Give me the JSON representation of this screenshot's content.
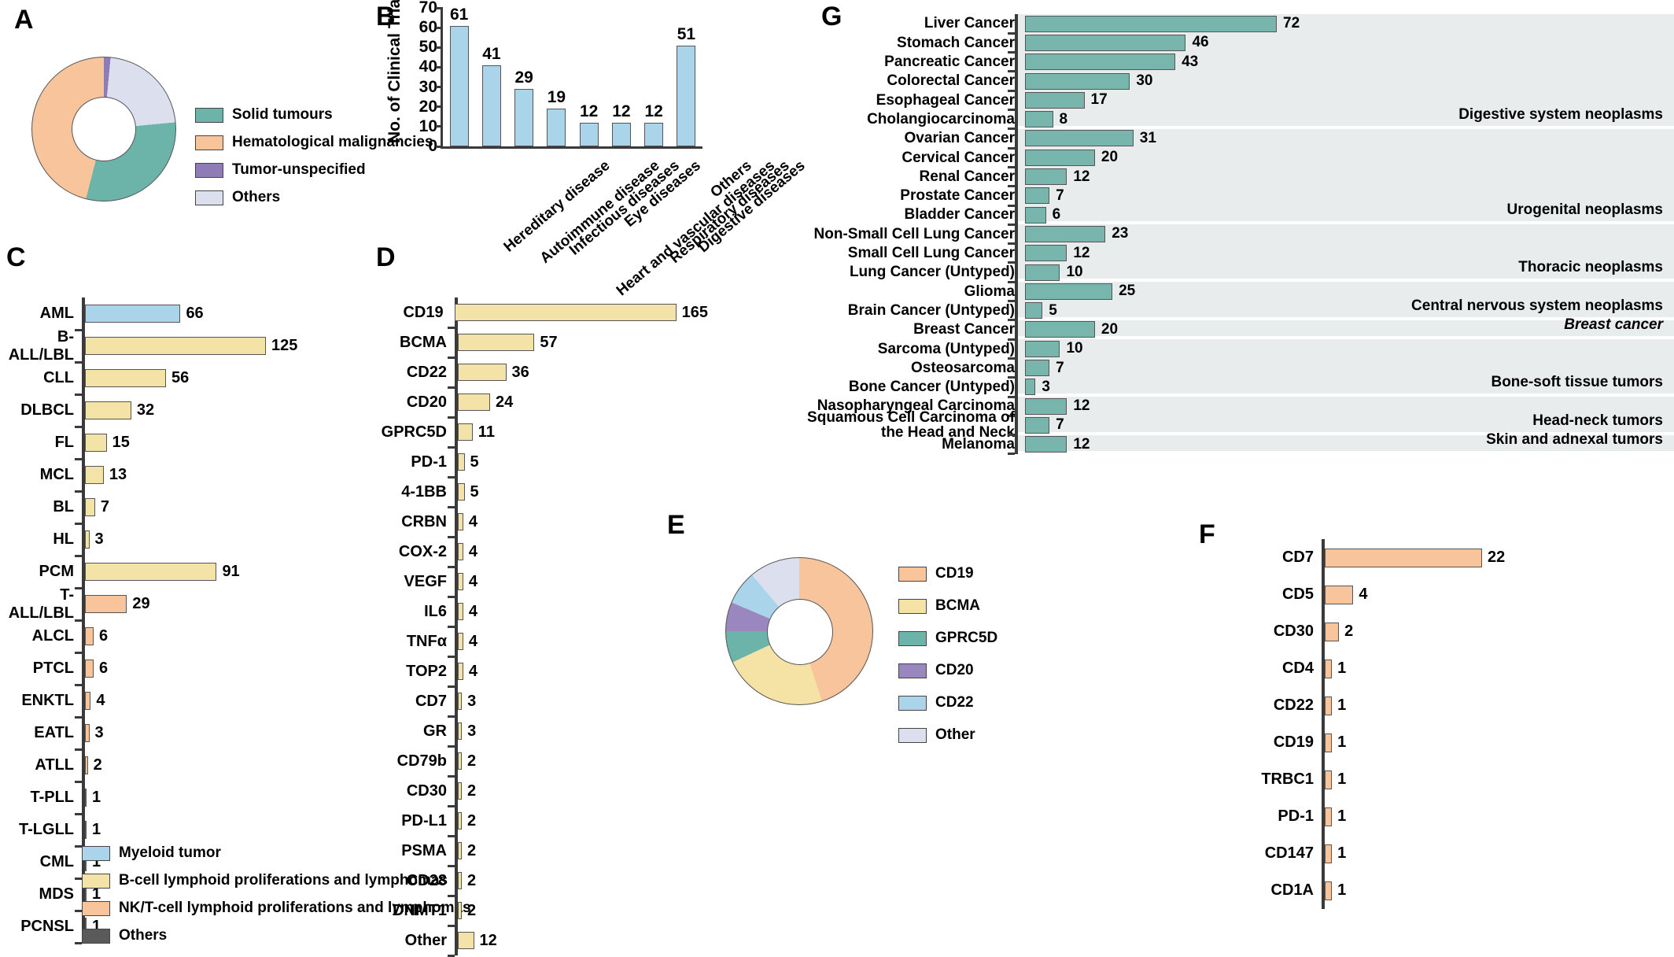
{
  "panels": {
    "A": {
      "label": "A"
    },
    "B": {
      "label": "B"
    },
    "C": {
      "label": "C"
    },
    "D": {
      "label": "D"
    },
    "E": {
      "label": "E"
    },
    "F": {
      "label": "F"
    },
    "G": {
      "label": "G"
    }
  },
  "colors": {
    "solid_tumour": "#6cb3a9",
    "hematological": "#f7c49b",
    "tumor_unspecified": "#8f7bb5",
    "others_lilac": "#dcdfee",
    "myeloid_blue": "#a9d4ea",
    "bcell_yellow": "#f3e3a6",
    "nkt_orange": "#f7c49b",
    "others_gray": "#5a5a5a",
    "teal_bar": "#77b5ad",
    "band_gray": "#e8ecec",
    "gprc5d_teal": "#6cb3a9",
    "cd20_purple": "#9b87c0",
    "cd22_blue": "#a9d4ea",
    "other_lilac": "#dce0ee"
  },
  "chart_data": [
    {
      "id": "A",
      "type": "pie",
      "title": "",
      "legend_position": "right",
      "labels": [
        "Solid tumours",
        "Hematological malignancies",
        "Tumor-unspecified",
        "Others"
      ],
      "values": [
        30.5,
        46.0,
        1.5,
        22.0
      ],
      "colors": [
        "#6cb3a9",
        "#f7c49b",
        "#8f7bb5",
        "#dcdfee"
      ]
    },
    {
      "id": "B",
      "type": "bar",
      "title": "",
      "xlabel": "",
      "ylabel": "No. of Clinical Trials",
      "ylim": [
        0,
        70
      ],
      "yticks": [
        0,
        10,
        20,
        30,
        40,
        50,
        60,
        70
      ],
      "grid": false,
      "categories": [
        "Hereditary disease",
        "Autoimmune disease",
        "Infectious diseases",
        "Heart and vascular diseases",
        "Eye diseases",
        "Respiratory diseases",
        "Digestive diseases",
        "Others"
      ],
      "values": [
        61,
        41,
        29,
        19,
        12,
        12,
        12,
        51
      ],
      "bar_color": "#a9d4ea"
    },
    {
      "id": "C",
      "type": "bar",
      "orientation": "horizontal",
      "title": "",
      "xlim": [
        0,
        125
      ],
      "categories": [
        "AML",
        "B-ALL/LBL",
        "CLL",
        "DLBCL",
        "FL",
        "MCL",
        "BL",
        "HL",
        "PCM",
        "T-ALL/LBL",
        "ALCL",
        "PTCL",
        "ENKTL",
        "EATL",
        "ATLL",
        "T-PLL",
        "T-LGLL",
        "CML",
        "MDS",
        "PCNSL"
      ],
      "values": [
        66,
        125,
        56,
        32,
        15,
        13,
        7,
        3,
        91,
        29,
        6,
        6,
        4,
        3,
        2,
        1,
        1,
        1,
        1,
        1
      ],
      "groups": [
        "myeloid",
        "bcell",
        "bcell",
        "bcell",
        "bcell",
        "bcell",
        "bcell",
        "bcell",
        "bcell",
        "nkt",
        "nkt",
        "nkt",
        "nkt",
        "nkt",
        "nkt",
        "nkt",
        "nkt",
        "others",
        "others",
        "others"
      ],
      "legend": [
        {
          "label": "Myeloid tumor",
          "color": "#a9d4ea"
        },
        {
          "label": "B-cell lymphoid proliferations and lymphomas",
          "color": "#f3e3a6"
        },
        {
          "label": "NK/T-cell lymphoid proliferations and lymphomas",
          "color": "#f7c49b"
        },
        {
          "label": "Others",
          "color": "#5a5a5a"
        }
      ]
    },
    {
      "id": "D",
      "type": "bar",
      "orientation": "horizontal",
      "title": "",
      "xlim": [
        0,
        165
      ],
      "categories": [
        "CD19",
        "BCMA",
        "CD22",
        "CD20",
        "GPRC5D",
        "PD-1",
        "4-1BB",
        "CRBN",
        "COX-2",
        "VEGF",
        "IL6",
        "TNFα",
        "TOP2",
        "CD7",
        "GR",
        "CD79b",
        "CD30",
        "PD-L1",
        "PSMA",
        "CD28",
        "DNMT1",
        "Other"
      ],
      "values": [
        165,
        57,
        36,
        24,
        11,
        5,
        5,
        4,
        4,
        4,
        4,
        4,
        4,
        3,
        3,
        2,
        2,
        2,
        2,
        2,
        2,
        12
      ],
      "bar_color": "#f3e3a6"
    },
    {
      "id": "E",
      "type": "pie",
      "title": "",
      "legend_position": "right",
      "labels": [
        "CD19",
        "BCMA",
        "GPRC5D",
        "CD20",
        "CD22",
        "Other"
      ],
      "values": [
        45.0,
        23.0,
        7.0,
        6.5,
        7.5,
        11.0
      ],
      "colors": [
        "#f7c49b",
        "#f5e3a6",
        "#6cb3a9",
        "#9b87c0",
        "#a9d4ea",
        "#dce0ee"
      ]
    },
    {
      "id": "F",
      "type": "bar",
      "orientation": "horizontal",
      "title": "",
      "xlim": [
        0,
        22
      ],
      "categories": [
        "CD7",
        "CD5",
        "CD30",
        "CD4",
        "CD22",
        "CD19",
        "TRBC1",
        "PD-1",
        "CD147",
        "CD1A"
      ],
      "values": [
        22,
        4,
        2,
        1,
        1,
        1,
        1,
        1,
        1,
        1
      ],
      "bar_color": "#f7c49b"
    },
    {
      "id": "G",
      "type": "bar",
      "orientation": "horizontal",
      "title": "",
      "xlim": [
        0,
        72
      ],
      "bar_color": "#77b5ad",
      "categories": [
        "Liver Cancer",
        "Stomach Cancer",
        "Pancreatic Cancer",
        "Colorectal Cancer",
        "Esophageal Cancer",
        "Cholangiocarcinoma",
        "Ovarian Cancer",
        "Cervical Cancer",
        "Renal Cancer",
        "Prostate Cancer",
        "Bladder Cancer",
        "Non-Small Cell Lung Cancer",
        "Small Cell Lung Cancer",
        "Lung Cancer (Untyped)",
        "Glioma",
        "Brain Cancer (Untyped)",
        "Breast Cancer",
        "Sarcoma (Untyped)",
        "Osteosarcoma",
        "Bone Cancer (Untyped)",
        "Nasopharyngeal Carcinoma",
        "Squamous Cell Carcinoma of\nthe Head and Neck",
        "Melanoma"
      ],
      "values": [
        72,
        46,
        43,
        30,
        17,
        8,
        31,
        20,
        12,
        7,
        6,
        23,
        12,
        10,
        25,
        5,
        20,
        10,
        7,
        3,
        12,
        7,
        12
      ],
      "group_labels": [
        "Digestive system neoplasms",
        "Urogenital neoplasms",
        "Thoracic neoplasms",
        "Central nervous system neoplasms",
        "Breast cancer",
        "Bone-soft tissue tumors",
        "Head-neck tumors",
        "Skin and adnexal tumors"
      ],
      "group_sizes": [
        6,
        5,
        3,
        2,
        1,
        3,
        2,
        1
      ],
      "group_italic": [
        false,
        false,
        false,
        false,
        true,
        false,
        false,
        false
      ]
    }
  ]
}
